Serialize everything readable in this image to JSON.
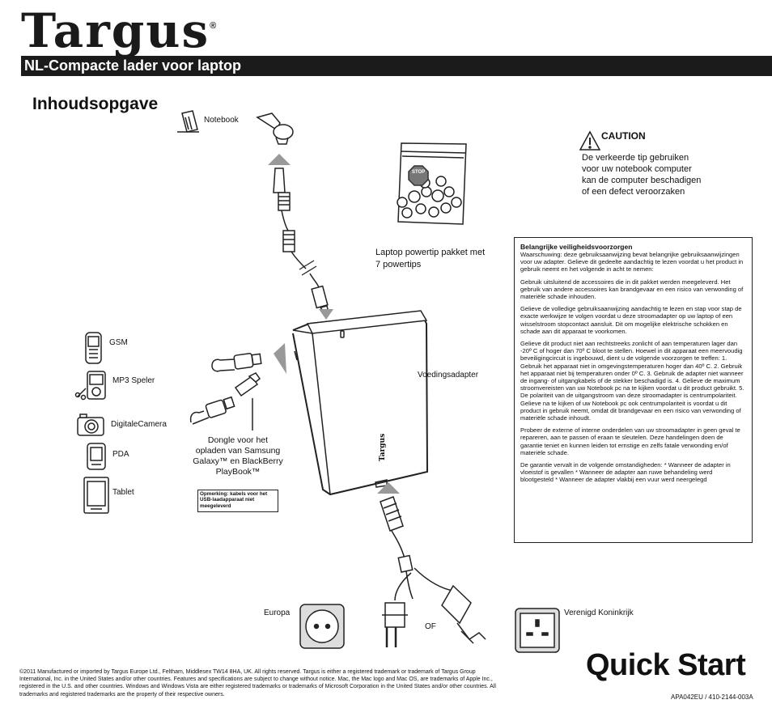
{
  "brand": {
    "logo_text": "Targus",
    "registered_mark": "®"
  },
  "header": {
    "title": "NL-Compacte lader voor laptop"
  },
  "contents": {
    "heading": "Inhoudsopgave",
    "notebook_label": "Notebook",
    "devices": [
      {
        "label": "GSM",
        "icon": "phone-icon"
      },
      {
        "label": "MP3 Speler",
        "icon": "mp3-player-icon"
      },
      {
        "label": "DigitaleCamera",
        "icon": "camera-icon"
      },
      {
        "label": "PDA",
        "icon": "pda-icon"
      },
      {
        "label": "Tablet",
        "icon": "tablet-icon"
      }
    ],
    "adapter_label": "Voedingsadapter",
    "adapter_brand": "Targus",
    "powertip_pack": "Laptop powertip pakket met 7 powertips",
    "stop_label": "STOP",
    "dongle_text": "Dongle voor het opladen van Samsung Galaxy™ en BlackBerry PlayBook™",
    "dongle_note": "Opmerking: kabels voor het USB-laadapparaat niet meegeleverd",
    "europe_label": "Europa",
    "uk_label": "Verenigd Koninkrijk",
    "or_label": "OF"
  },
  "caution": {
    "title": "CAUTION",
    "text": "De verkeerde tip gebruiken voor uw notebook computer kan de computer beschadigen of een defect veroorzaken"
  },
  "safety": {
    "title": "Belangrijke veiligheidsvoorzorgen",
    "paragraphs": [
      "Waarschuwing: deze gebruiksaanwijzing bevat belangrijke gebruiksaanwijzingen voor uw adapter. Gelieve dit gedeelte aandachtig te lezen voordat u het product in gebruik neemt en het volgende in acht te nemen:",
      "Gebruik uitsluitend de accessoires die in dit pakket werden meegeleverd. Het gebruik van andere accessoires kan brandgevaar en een risico van verwonding of materiële schade inhouden.",
      "Gelieve de volledige gebruiksaanwijzing aandachtig te lezen en stap voor stap de exacte werkwijze te volgen voordat u deze stroomadapter op uw laptop of een wisselstroom stopcontact aansluit. Dit om mogelijke elektrische schokken en schade aan dit apparaat te voorkomen.",
      "Gelieve dit product niet aan rechtstreeks zonlicht of aan temperaturen lager dan -20º C of hoger dan 70º C bloot te stellen. Hoewel in dit apparaat een meervoudig beveiligingcircuit is ingebouwd, dient u de volgende voorzorgen te treffen: 1. Gebruik het apparaat niet in omgevingstemperaturen hoger dan 40º C. 2. Gebruik het apparaat niet bij temperaturen onder 0º C. 3. Gebruik de adapter niet wanneer de ingang- of uitgangkabels of de stekker beschadigd is. 4. Gelieve de maximum stroomvereisten van uw Notebook pc na te kijken voordat u dit product gebruikt. 5. De polariteit van de uitgangstroom van deze stroomadapter is centrumpolariteit. Gelieve na te kijken of uw Notebook pc ook centrumpolariteit is voordat u dit product in gebruik neemt, omdat dit brandgevaar en een risico van verwonding of materiële schade inhoudt.",
      "Probeer de externe of interne onderdelen van uw stroomadapter in geen geval te repareren, aan te passen of eraan te sleutelen. Deze handelingen doen de garantie teniet en kunnen leiden tot ernstige en zelfs fatale verwonding en/of materiële schade.",
      "De garantie vervalt in de volgende omstandigheden: * Wanneer de adapter in vloeistof is gevallen * Wanneer de adapter aan ruwe behandeling werd blootgesteld * Wanneer de adapter vlakbij een vuur werd neergelegd"
    ]
  },
  "footer": {
    "legal": "©2011 Manufactured or imported by Targus Europe Ltd., Feltham, Middlesex TW14 8HA, UK. All rights reserved. Targus is either a registered trademark or trademark of Targus Group International, Inc. in the United States and/or other countries. Features and specifications are subject to change without notice. Mac, the Mac logo and Mac OS, are trademarks of Apple Inc., registered in the U.S. and other countries. Windows and Windows Vista are either registered trademarks or trademarks of Microsoft Corporation in the United States and/or other countries. All trademarks and registered trademarks are the property of their respective owners.",
    "quick_start": "Quick Start",
    "part_code": "APA042EU / 410-2144-003A"
  }
}
